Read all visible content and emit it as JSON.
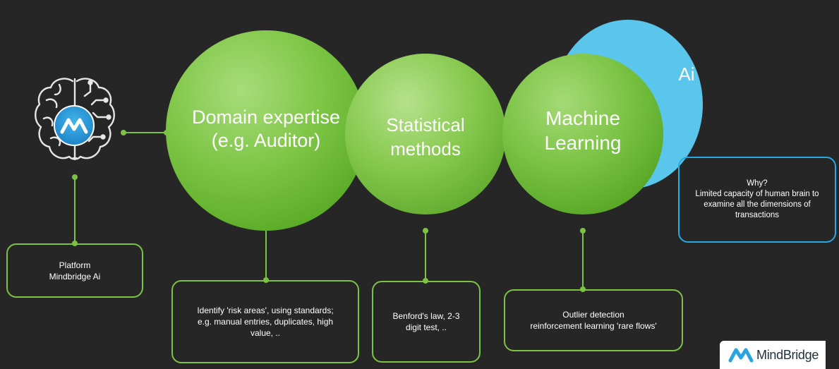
{
  "circles": {
    "domain": {
      "line1": "Domain expertise",
      "line2": "(e.g. Auditor)"
    },
    "statistical": {
      "line1": "Statistical",
      "line2": "methods"
    },
    "ml": {
      "line1": "Machine",
      "line2": "Learning"
    },
    "ai": {
      "label": "Ai"
    }
  },
  "boxes": {
    "platform": {
      "line1": "Platform",
      "line2": "Mindbridge Ai"
    },
    "domain": {
      "line1": "Identify 'risk areas', using standards;",
      "line2": "e.g. manual entries, duplicates, high",
      "line3": "value, .."
    },
    "statistical": {
      "line1": "Benford's law, 2-3",
      "line2": "digit test, .."
    },
    "ml": {
      "line1": "Outlier detection",
      "line2": "reinforcement learning 'rare flows'"
    },
    "why": {
      "line1": "Why?",
      "line2": "Limited capacity of human brain to",
      "line3": "examine all the dimensions of",
      "line4": "transactions"
    }
  },
  "logo": {
    "text": "MindBridge"
  },
  "colors": {
    "background": "#262626",
    "green": "#7dc242",
    "blue": "#27a8e0",
    "ai_fill": "#5bc6ec"
  }
}
